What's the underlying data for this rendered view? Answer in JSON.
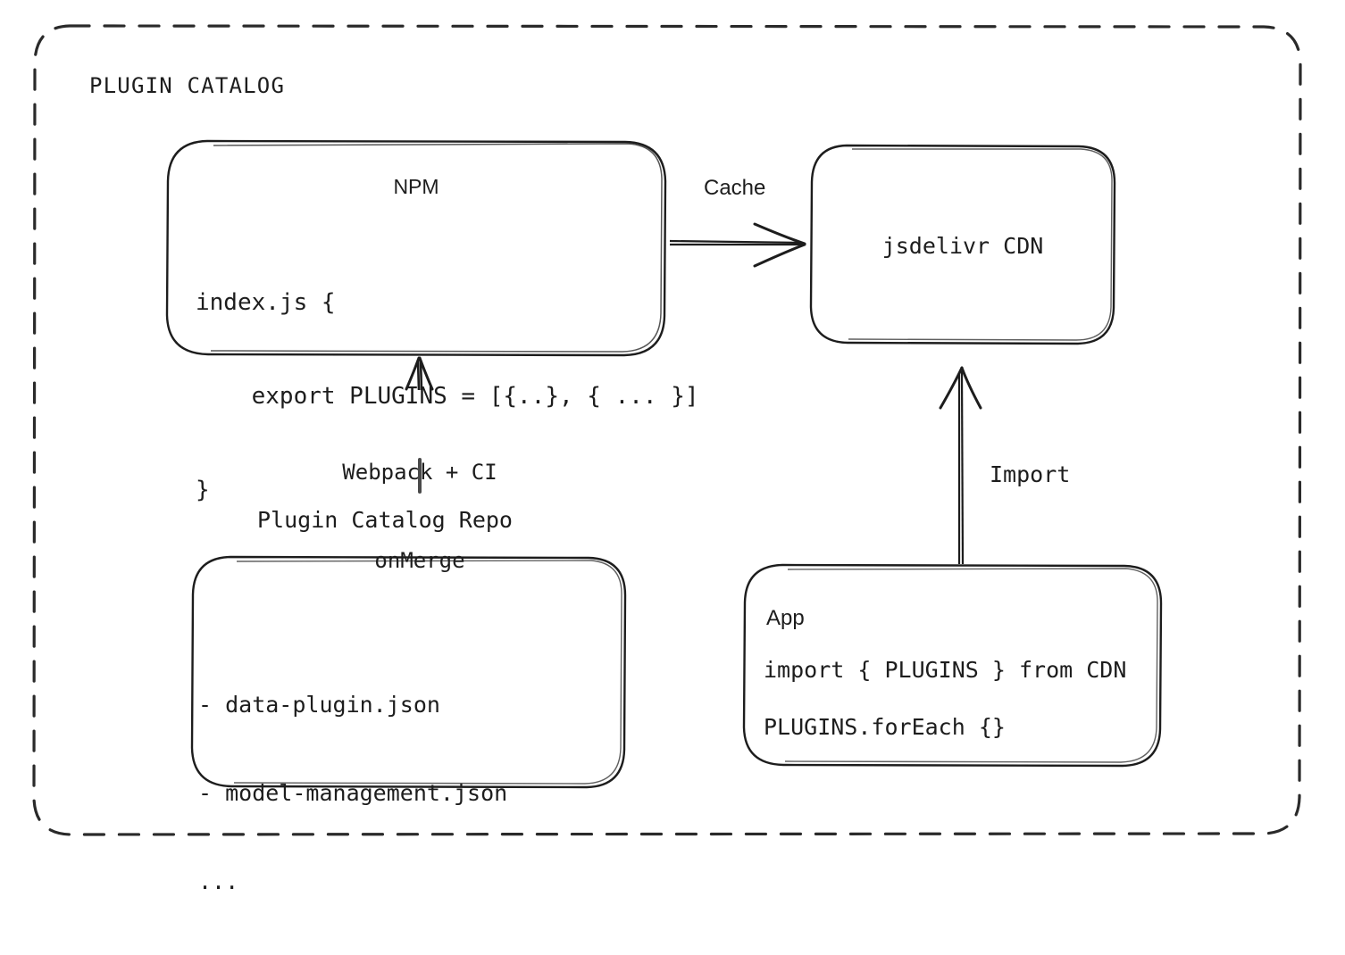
{
  "diagram": {
    "container_label": "PLUGIN CATALOG",
    "stroke_color": "#1d1d1d",
    "background_color": "#ffffff"
  },
  "nodes": {
    "npm": {
      "title": "NPM",
      "code_line_1": "index.js {",
      "code_line_2": "    export PLUGINS = [{..}, { ... }]",
      "code_line_3": "}"
    },
    "cdn": {
      "title": "jsdelivr CDN"
    },
    "repo": {
      "caption": "Plugin Catalog Repo",
      "file_1": "- data-plugin.json",
      "file_2": "- model-management.json",
      "file_3": "..."
    },
    "app": {
      "title": "App",
      "code_line_1": "import { PLUGINS } from CDN",
      "code_line_2": "PLUGINS.forEach {}"
    }
  },
  "edges": {
    "npm_to_cdn": {
      "label": "Cache"
    },
    "repo_to_npm": {
      "label_line_1": "Webpack + CI",
      "label_line_2": "onMerge"
    },
    "app_to_cdn": {
      "label": "Import"
    }
  }
}
